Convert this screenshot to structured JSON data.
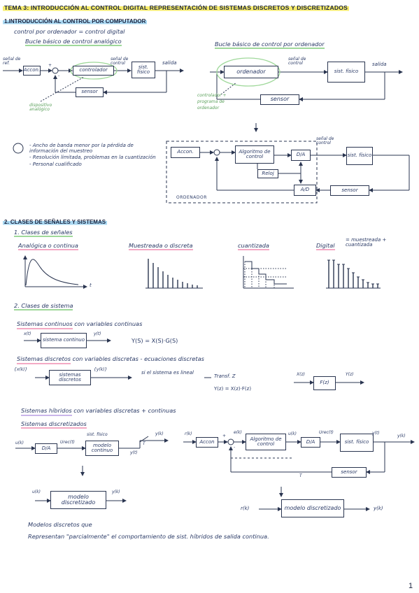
{
  "title": "TEMA 3: INTRODUCCIÓN AL CONTROL DIGITAL REPRESENTACIÓN DE SISTEMAS DISCRETOS Y DISCRETIZADOS",
  "sec1": {
    "heading": "1.INTRODUCCIÓN AL CONTROL POR COMPUTADOR",
    "subtitle": "control por ordenador = control digital",
    "analog_title": "Bucle básico de control analógico",
    "digital_title": "Bucle básico de control por ordenador",
    "analog": {
      "ref": "señal de ref.",
      "accion": "Accon.",
      "controlador": "controlador",
      "senal_control": "señal de control",
      "sist_fisico": "sist. físico",
      "salida": "salida",
      "sensor": "sensor",
      "dispositivo": "dispositivo analógico",
      "plus": "+",
      "minus": "-"
    },
    "digital": {
      "ordenador": "ordenador",
      "senal_control": "señal de control",
      "sist_fisico": "sist. físico",
      "salida": "salida",
      "sensor": "sensor",
      "controlador_note": "controlador + programa de ordenador"
    },
    "drawbacks": [
      "- Ancho de banda menor por la pérdida de información del muestreo",
      "- Resolución limitada, problemas en la cuantización",
      "- Personal cualificado"
    ],
    "detail": {
      "accion": "Accon.",
      "algoritmo": "Algoritmo de control",
      "da": "D/A",
      "ad": "A/D",
      "reloj": "Reloj",
      "senal_control": "señal de control",
      "sist_fisico": "sist. físico",
      "sensor": "sensor",
      "ordenador": "ORDENADOR"
    }
  },
  "sec2": {
    "heading": "2. CLASES DE SEÑALES Y SISTEMAS",
    "sub1": "1. Clases de señales",
    "signals": {
      "analog": "Analógica o continua",
      "sampled": "Muestreada o discreta",
      "quantized": "cuantizada",
      "digital": "Digital",
      "digital_def": "= muestreada + cuantizada",
      "t_label": "t"
    },
    "sub2": "2. Clases de sistema",
    "continuous": {
      "title": "Sistemas continuos",
      "rest": "con variables continuas",
      "input": "x(t)",
      "box": "sistema continuo",
      "output": "y(t)",
      "formula": "Y(S) = X(S)·G(S)"
    },
    "discrete": {
      "title": "Sistemas discretos",
      "rest": "con variables discretas - ecuaciones discretas",
      "input": "{x(k)}",
      "box": "sistemas discretos",
      "output": "{y(k)}",
      "linear_note": "si el sistema es lineal",
      "transf": "Transf. Z",
      "formula": "Y(z) = X(z)·F(z)",
      "fz_in": "X(z)",
      "fz_box": "F(z)",
      "fz_out": "Y(z)"
    },
    "hybrid": {
      "title": "Sistemas híbridos",
      "rest": "con variables discretas + continuas",
      "discretized_title": "Sistemas discretizados",
      "uk": "u(k)",
      "da": "D/A",
      "urect": "Urec(t)",
      "sist_fisico": "sist. físico",
      "modelo_continuo": "modelo continuo",
      "yt": "y(t)",
      "yk": "y(k)",
      "T": "T",
      "rk": "r(k)",
      "ek": "e(k)",
      "accion": "Accon",
      "algoritmo": "Algoritmo de control",
      "uk2": "u(k)",
      "da2": "D/A",
      "urect2": "Urec(t)",
      "sist_fisico2": "sist. físico",
      "yt2": "y(t)",
      "yk2": "y(k)",
      "sensor": "sensor",
      "T2": "T",
      "plus": "+",
      "minus": "-",
      "model_in": "u(k)",
      "model_box": "modelo discretizado",
      "model_out": "y(k)",
      "model2_in": "r(k)",
      "model2_box": "modelo discretizado",
      "model2_out": "y(k)"
    },
    "note_title": "Modelos discretos que",
    "note_body": "Representan \"parcialmente\" el comportamiento de sist. híbridos de salida continua."
  },
  "page_number": "1"
}
